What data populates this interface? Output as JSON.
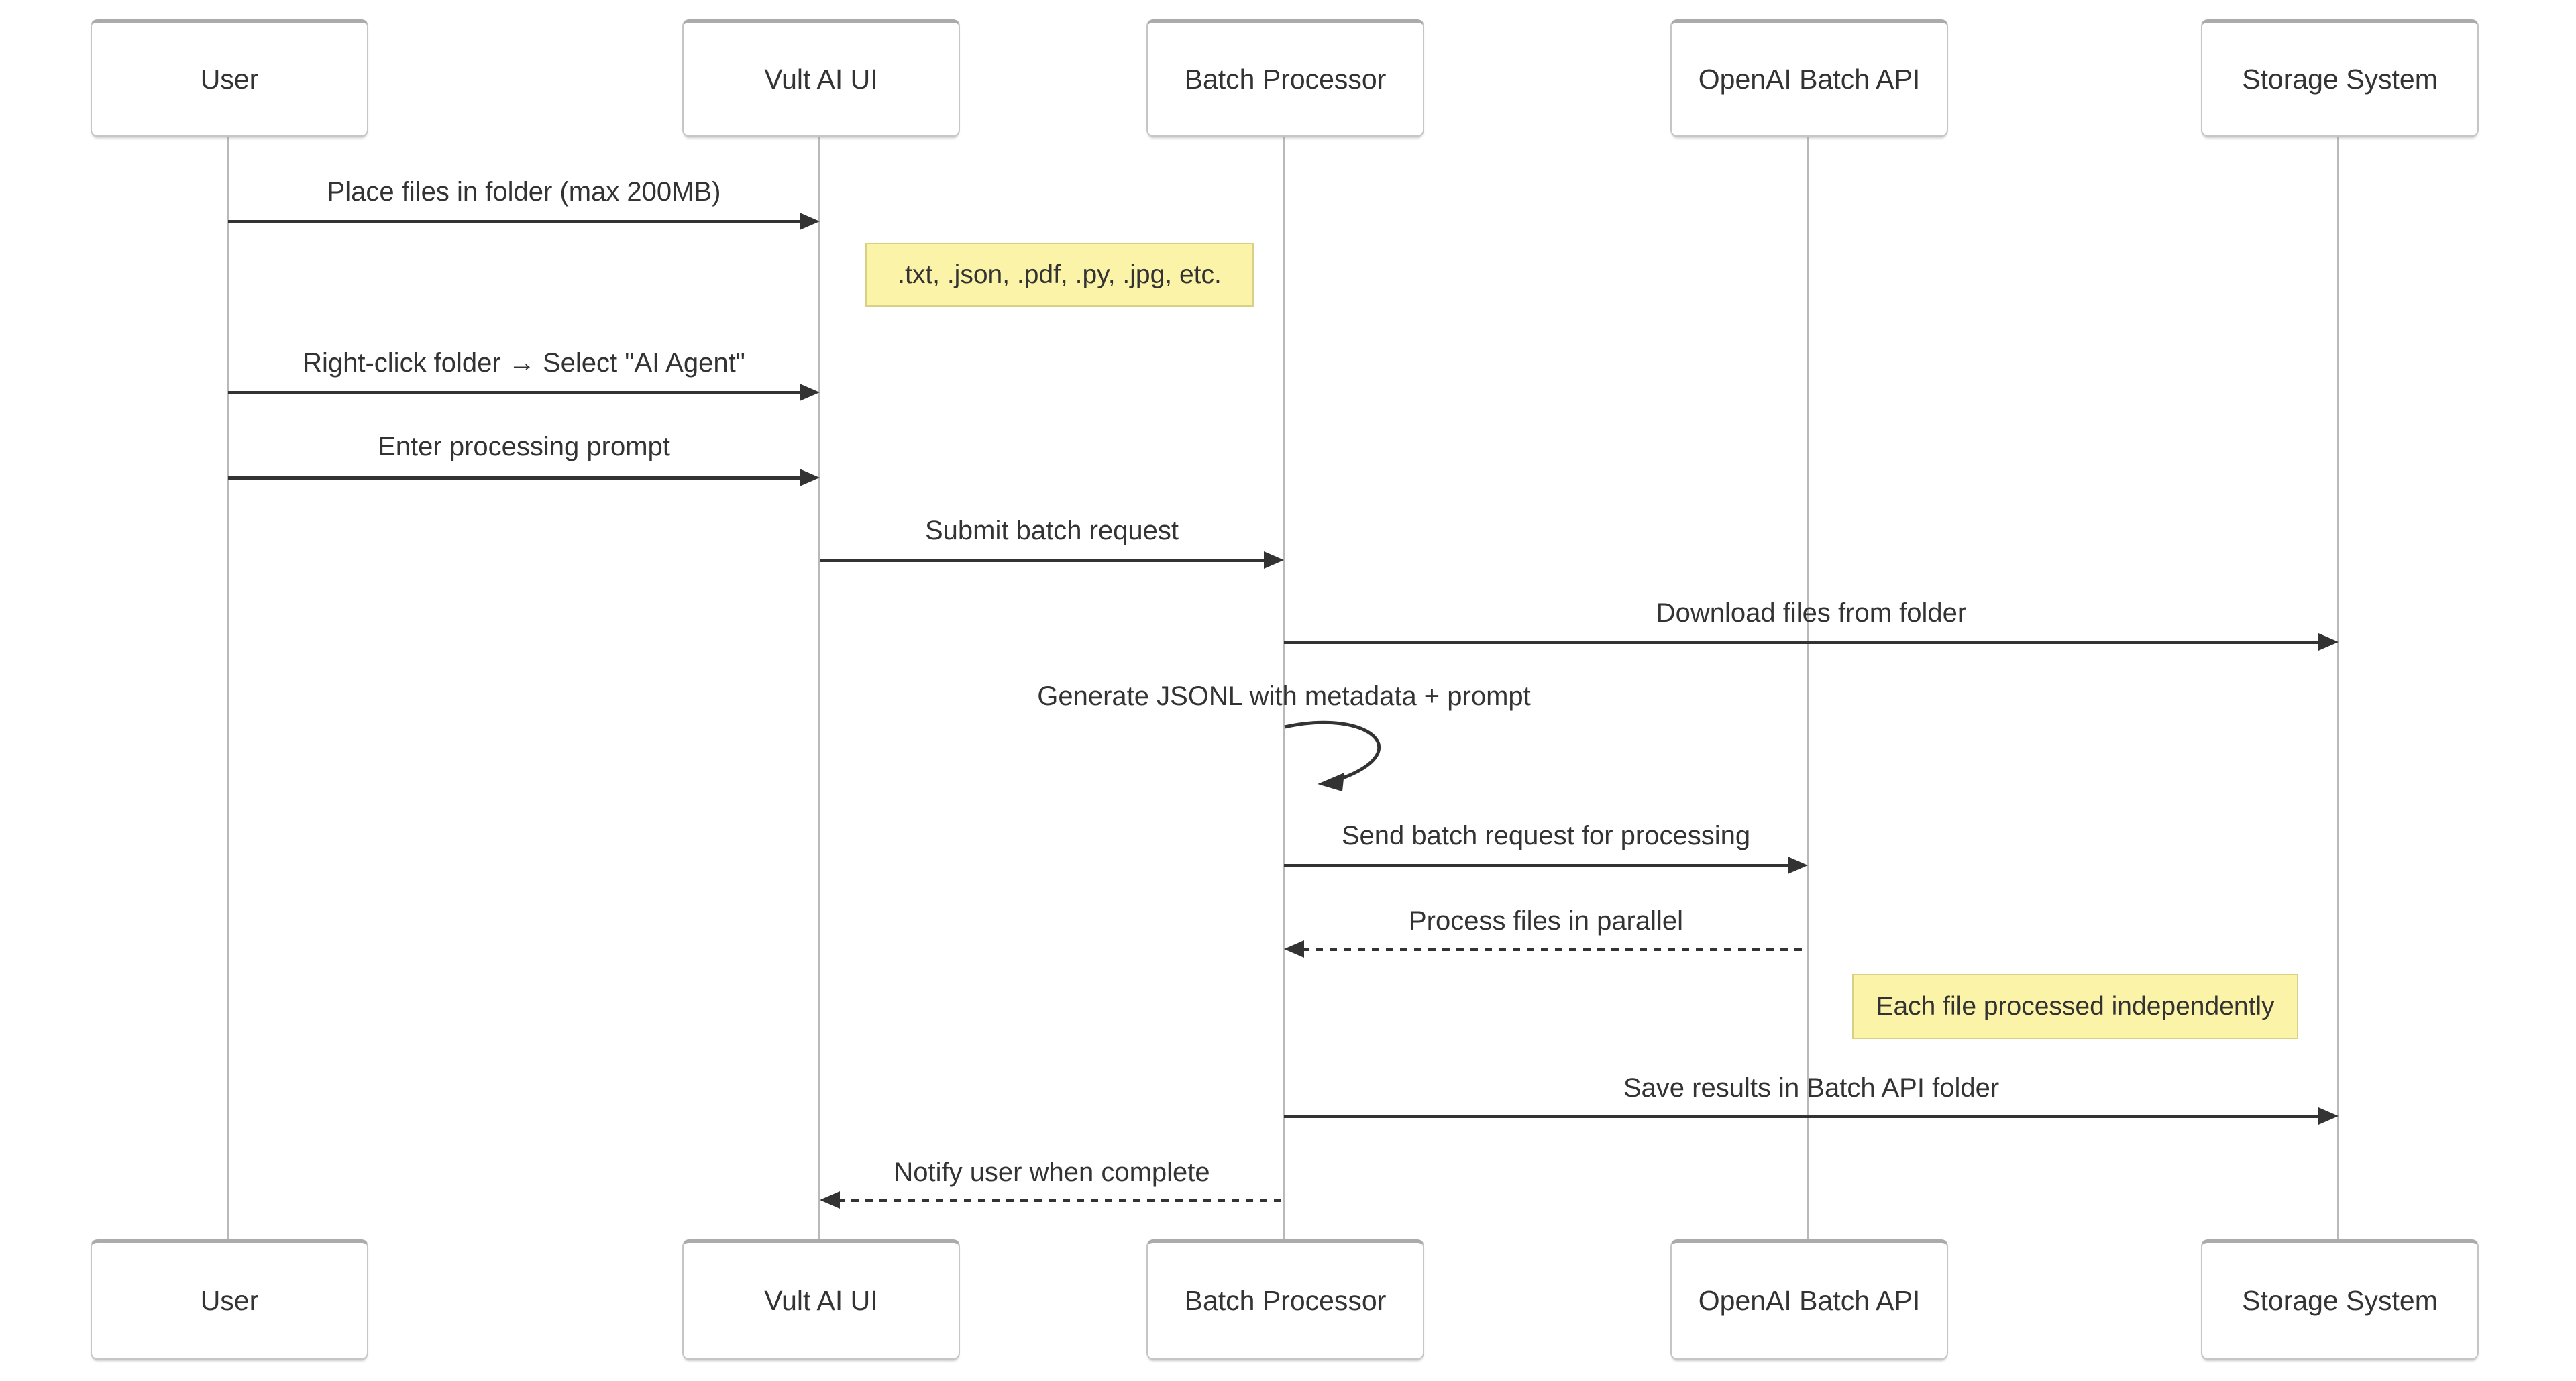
{
  "diagram": {
    "type": "sequence",
    "background": "#ffffff",
    "actors": [
      {
        "name": "User"
      },
      {
        "name": "Vult AI UI"
      },
      {
        "name": "Batch Processor"
      },
      {
        "name": "OpenAI Batch API"
      },
      {
        "name": "Storage System"
      }
    ],
    "messages": [
      {
        "from": "User",
        "to": "Vult AI UI",
        "text": "Place files in folder (max 200MB)",
        "style": "solid"
      },
      {
        "from": "User",
        "to": "Vult AI UI",
        "text": "Right-click folder → Select \"AI Agent\"",
        "style": "solid"
      },
      {
        "from": "User",
        "to": "Vult AI UI",
        "text": "Enter processing prompt",
        "style": "solid"
      },
      {
        "from": "Vult AI UI",
        "to": "Batch Processor",
        "text": "Submit batch request",
        "style": "solid"
      },
      {
        "from": "Batch Processor",
        "to": "Storage System",
        "text": "Download files from folder",
        "style": "solid"
      },
      {
        "from": "Batch Processor",
        "to": "Batch Processor",
        "text": "Generate JSONL with metadata + prompt",
        "style": "self"
      },
      {
        "from": "Batch Processor",
        "to": "OpenAI Batch API",
        "text": "Send batch request for processing",
        "style": "solid"
      },
      {
        "from": "OpenAI Batch API",
        "to": "Batch Processor",
        "text": "Process files in parallel",
        "style": "dashed"
      },
      {
        "from": "Batch Processor",
        "to": "Storage System",
        "text": "Save results in Batch API folder",
        "style": "solid"
      },
      {
        "from": "Batch Processor",
        "to": "Vult AI UI",
        "text": "Notify user when complete",
        "style": "dashed"
      }
    ],
    "notes": [
      {
        "text": ".txt, .json, .pdf, .py, .jpg, etc.",
        "position": "right of Vult AI UI"
      },
      {
        "text": "Each file processed independently",
        "position": "right of OpenAI Batch API"
      }
    ],
    "colors": {
      "message_line": "#333333",
      "text": "#333333",
      "lifeline": "#b9b9b9",
      "actor_border": "#c6c6c6",
      "actor_fill": "#ffffff",
      "note_fill": "#fbf3a7",
      "note_border": "#d9cf85"
    }
  }
}
